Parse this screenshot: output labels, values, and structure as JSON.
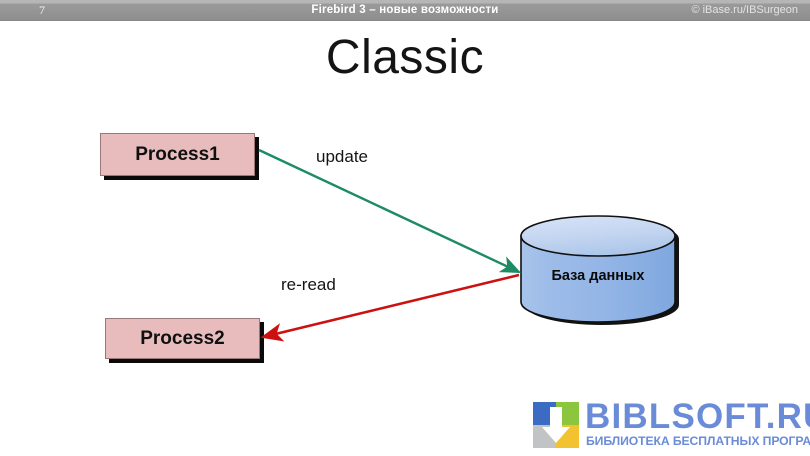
{
  "header": {
    "page_number": "7",
    "title": "Firebird 3 – новые возможности",
    "copyright": "© iBase.ru/IBSurgeon",
    "bar_color": "#8e8e8e",
    "text_color": "#ffffff"
  },
  "slide": {
    "title": "Classic"
  },
  "diagram": {
    "process1": {
      "label": "Process1",
      "fill_color": "#e8bcbc",
      "shadow_color": "#0a0a0a"
    },
    "process2": {
      "label": "Process2",
      "fill_color": "#e8bcbc",
      "shadow_color": "#0a0a0a"
    },
    "database": {
      "label": "База данных",
      "body_color": "#9cbce8",
      "top_color": "#c6d8f2",
      "outline_color": "#101010"
    },
    "arrows": [
      {
        "name": "update-arrow",
        "label": "update",
        "color": "#1d8b63",
        "from": "process1",
        "to": "database"
      },
      {
        "name": "re-read-arrow",
        "label": "re-read",
        "color": "#cc1111",
        "from": "database",
        "to": "process2"
      }
    ]
  },
  "watermark": {
    "name_main": "BIBLSOFT.RU",
    "name_sub": "БИБЛИОТЕКА БЕСПЛАТНЫХ ПРОГРАММ",
    "text_color": "#6a8cd8",
    "mark_colors": {
      "top_left": "#3c6bc4",
      "top_right": "#8cc63f",
      "bottom_left": "#c1c3c5",
      "bottom_right": "#f2c230",
      "arrow": "#ffffff"
    }
  }
}
